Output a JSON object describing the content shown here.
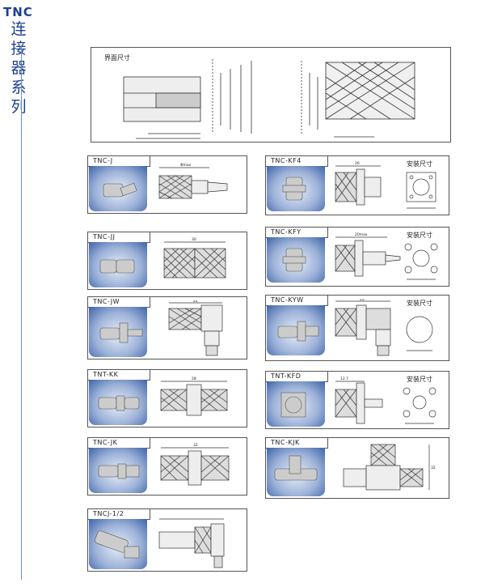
{
  "spine": {
    "en": "TNC",
    "zh": [
      "连",
      "接",
      "器",
      "系",
      "列"
    ]
  },
  "interface": {
    "title": "界面尺寸"
  },
  "install_label": "安装尺寸",
  "products_left": [
    {
      "id": "tnc-j",
      "label": "TNC-J",
      "dim": "Φmax"
    },
    {
      "id": "tnc-jj",
      "label": "TNC-JJ",
      "dim": "30"
    },
    {
      "id": "tnc-jw",
      "label": "TNC-JW",
      "dim": "24"
    },
    {
      "id": "tnt-kk",
      "label": "TNT-KK",
      "dim": "28"
    },
    {
      "id": "tnc-jk",
      "label": "TNC-JK",
      "dim": "32"
    },
    {
      "id": "tncj-1-2",
      "label": "TNCJ-1/2",
      "dim": ""
    }
  ],
  "products_right": [
    {
      "id": "tnc-kf4",
      "label": "TNC-KF4",
      "dim": "26",
      "install": true
    },
    {
      "id": "tnc-kfy",
      "label": "TNC-KFY",
      "dim": "20max",
      "install": true
    },
    {
      "id": "tnc-kyw",
      "label": "TNC-KYW",
      "dim": "20",
      "install": true
    },
    {
      "id": "tnt-kfd",
      "label": "TNT-KFD",
      "dim": "12.7",
      "install": true
    },
    {
      "id": "tnc-kjk",
      "label": "TNC-KJK",
      "dim": "32",
      "install": false
    }
  ],
  "colors": {
    "accent": "#1c3f8f",
    "thumb": "#6f8fc9"
  }
}
